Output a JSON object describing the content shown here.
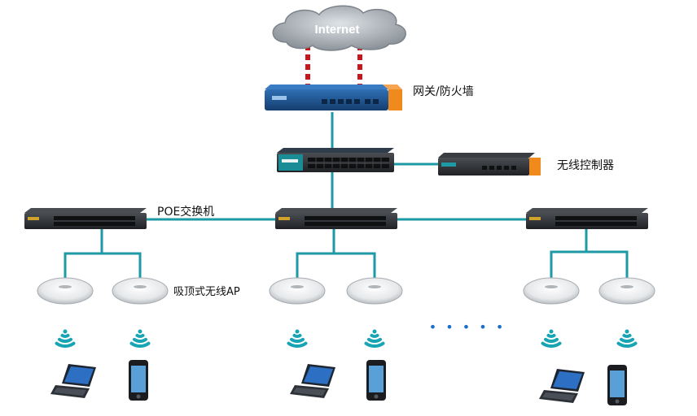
{
  "diagram": {
    "cloud_label": "Internet",
    "gateway_label": "网关/防火墙",
    "controller_label": "无线控制器",
    "poe_switch_label": "POE交换机",
    "ap_label": "吸顶式无线AP",
    "ellipsis": "• • • • •"
  },
  "colors": {
    "link": "#1d9aa6",
    "wan_link": "#c8161d",
    "device_dark": "#2b2d31",
    "gateway_blue": "#1b4e86",
    "accent_orange": "#f08a1c",
    "wifi_teal": "#17a4b3"
  }
}
